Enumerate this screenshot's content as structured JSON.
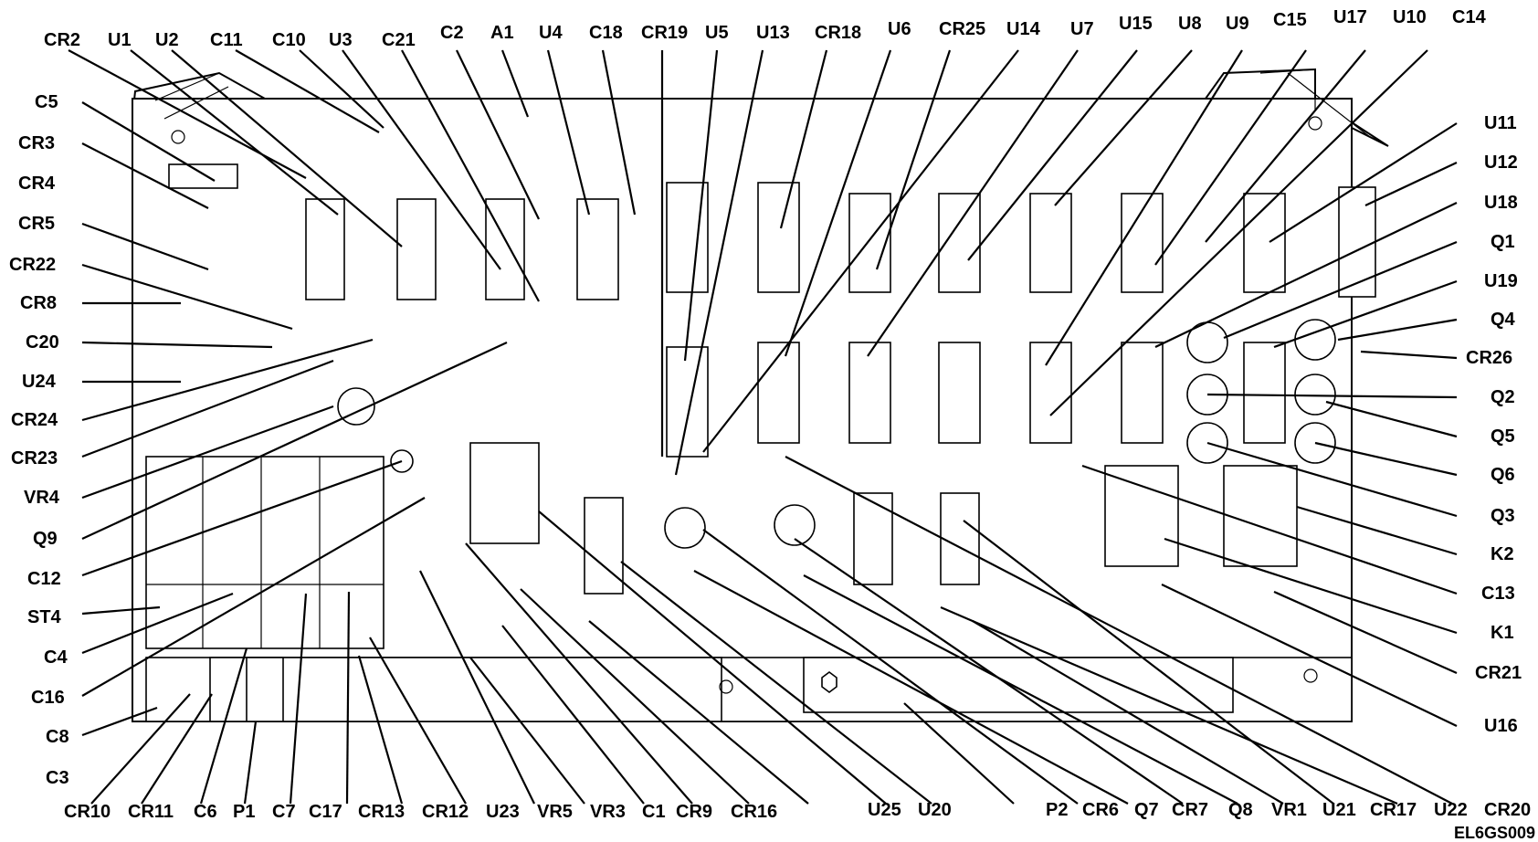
{
  "figure_id": "EL6GS009",
  "labels": {
    "CR2": "CR2",
    "U1": "U1",
    "U2": "U2",
    "C11": "C11",
    "C10": "C10",
    "U3": "U3",
    "C21": "C21",
    "C2": "C2",
    "A1": "A1",
    "U4": "U4",
    "C18": "C18",
    "CR19": "CR19",
    "U5": "U5",
    "U13": "U13",
    "CR18": "CR18",
    "U6": "U6",
    "CR25": "CR25",
    "U14": "U14",
    "U7": "U7",
    "U15": "U15",
    "U8": "U8",
    "U9": "U9",
    "C15": "C15",
    "U17": "U17",
    "U10": "U10",
    "C14": "C14",
    "C5": "C5",
    "CR3": "CR3",
    "CR4": "CR4",
    "CR5": "CR5",
    "CR22": "CR22",
    "CR8": "CR8",
    "C20": "C20",
    "U24": "U24",
    "CR24": "CR24",
    "CR23": "CR23",
    "VR4": "VR4",
    "Q9": "Q9",
    "C12": "C12",
    "ST4": "ST4",
    "C4": "C4",
    "C16": "C16",
    "C8": "C8",
    "C3": "C3",
    "U11": "U11",
    "U12": "U12",
    "U18": "U18",
    "Q1": "Q1",
    "U19": "U19",
    "Q4": "Q4",
    "CR26": "CR26",
    "Q2": "Q2",
    "Q5": "Q5",
    "Q6": "Q6",
    "Q3": "Q3",
    "K2": "K2",
    "C13": "C13",
    "K1": "K1",
    "CR21": "CR21",
    "U16": "U16",
    "CR10": "CR10",
    "CR11": "CR11",
    "C6": "C6",
    "P1": "P1",
    "C7": "C7",
    "C17": "C17",
    "CR13": "CR13",
    "CR12": "CR12",
    "U23": "U23",
    "VR5": "VR5",
    "VR3": "VR3",
    "C1": "C1",
    "CR9": "CR9",
    "CR16": "CR16",
    "U25": "U25",
    "U20": "U20",
    "P2": "P2",
    "CR6": "CR6",
    "Q7": "Q7",
    "CR7": "CR7",
    "Q8": "Q8",
    "VR1": "VR1",
    "U21": "U21",
    "CR17": "CR17",
    "U22": "U22",
    "CR20": "CR20"
  }
}
